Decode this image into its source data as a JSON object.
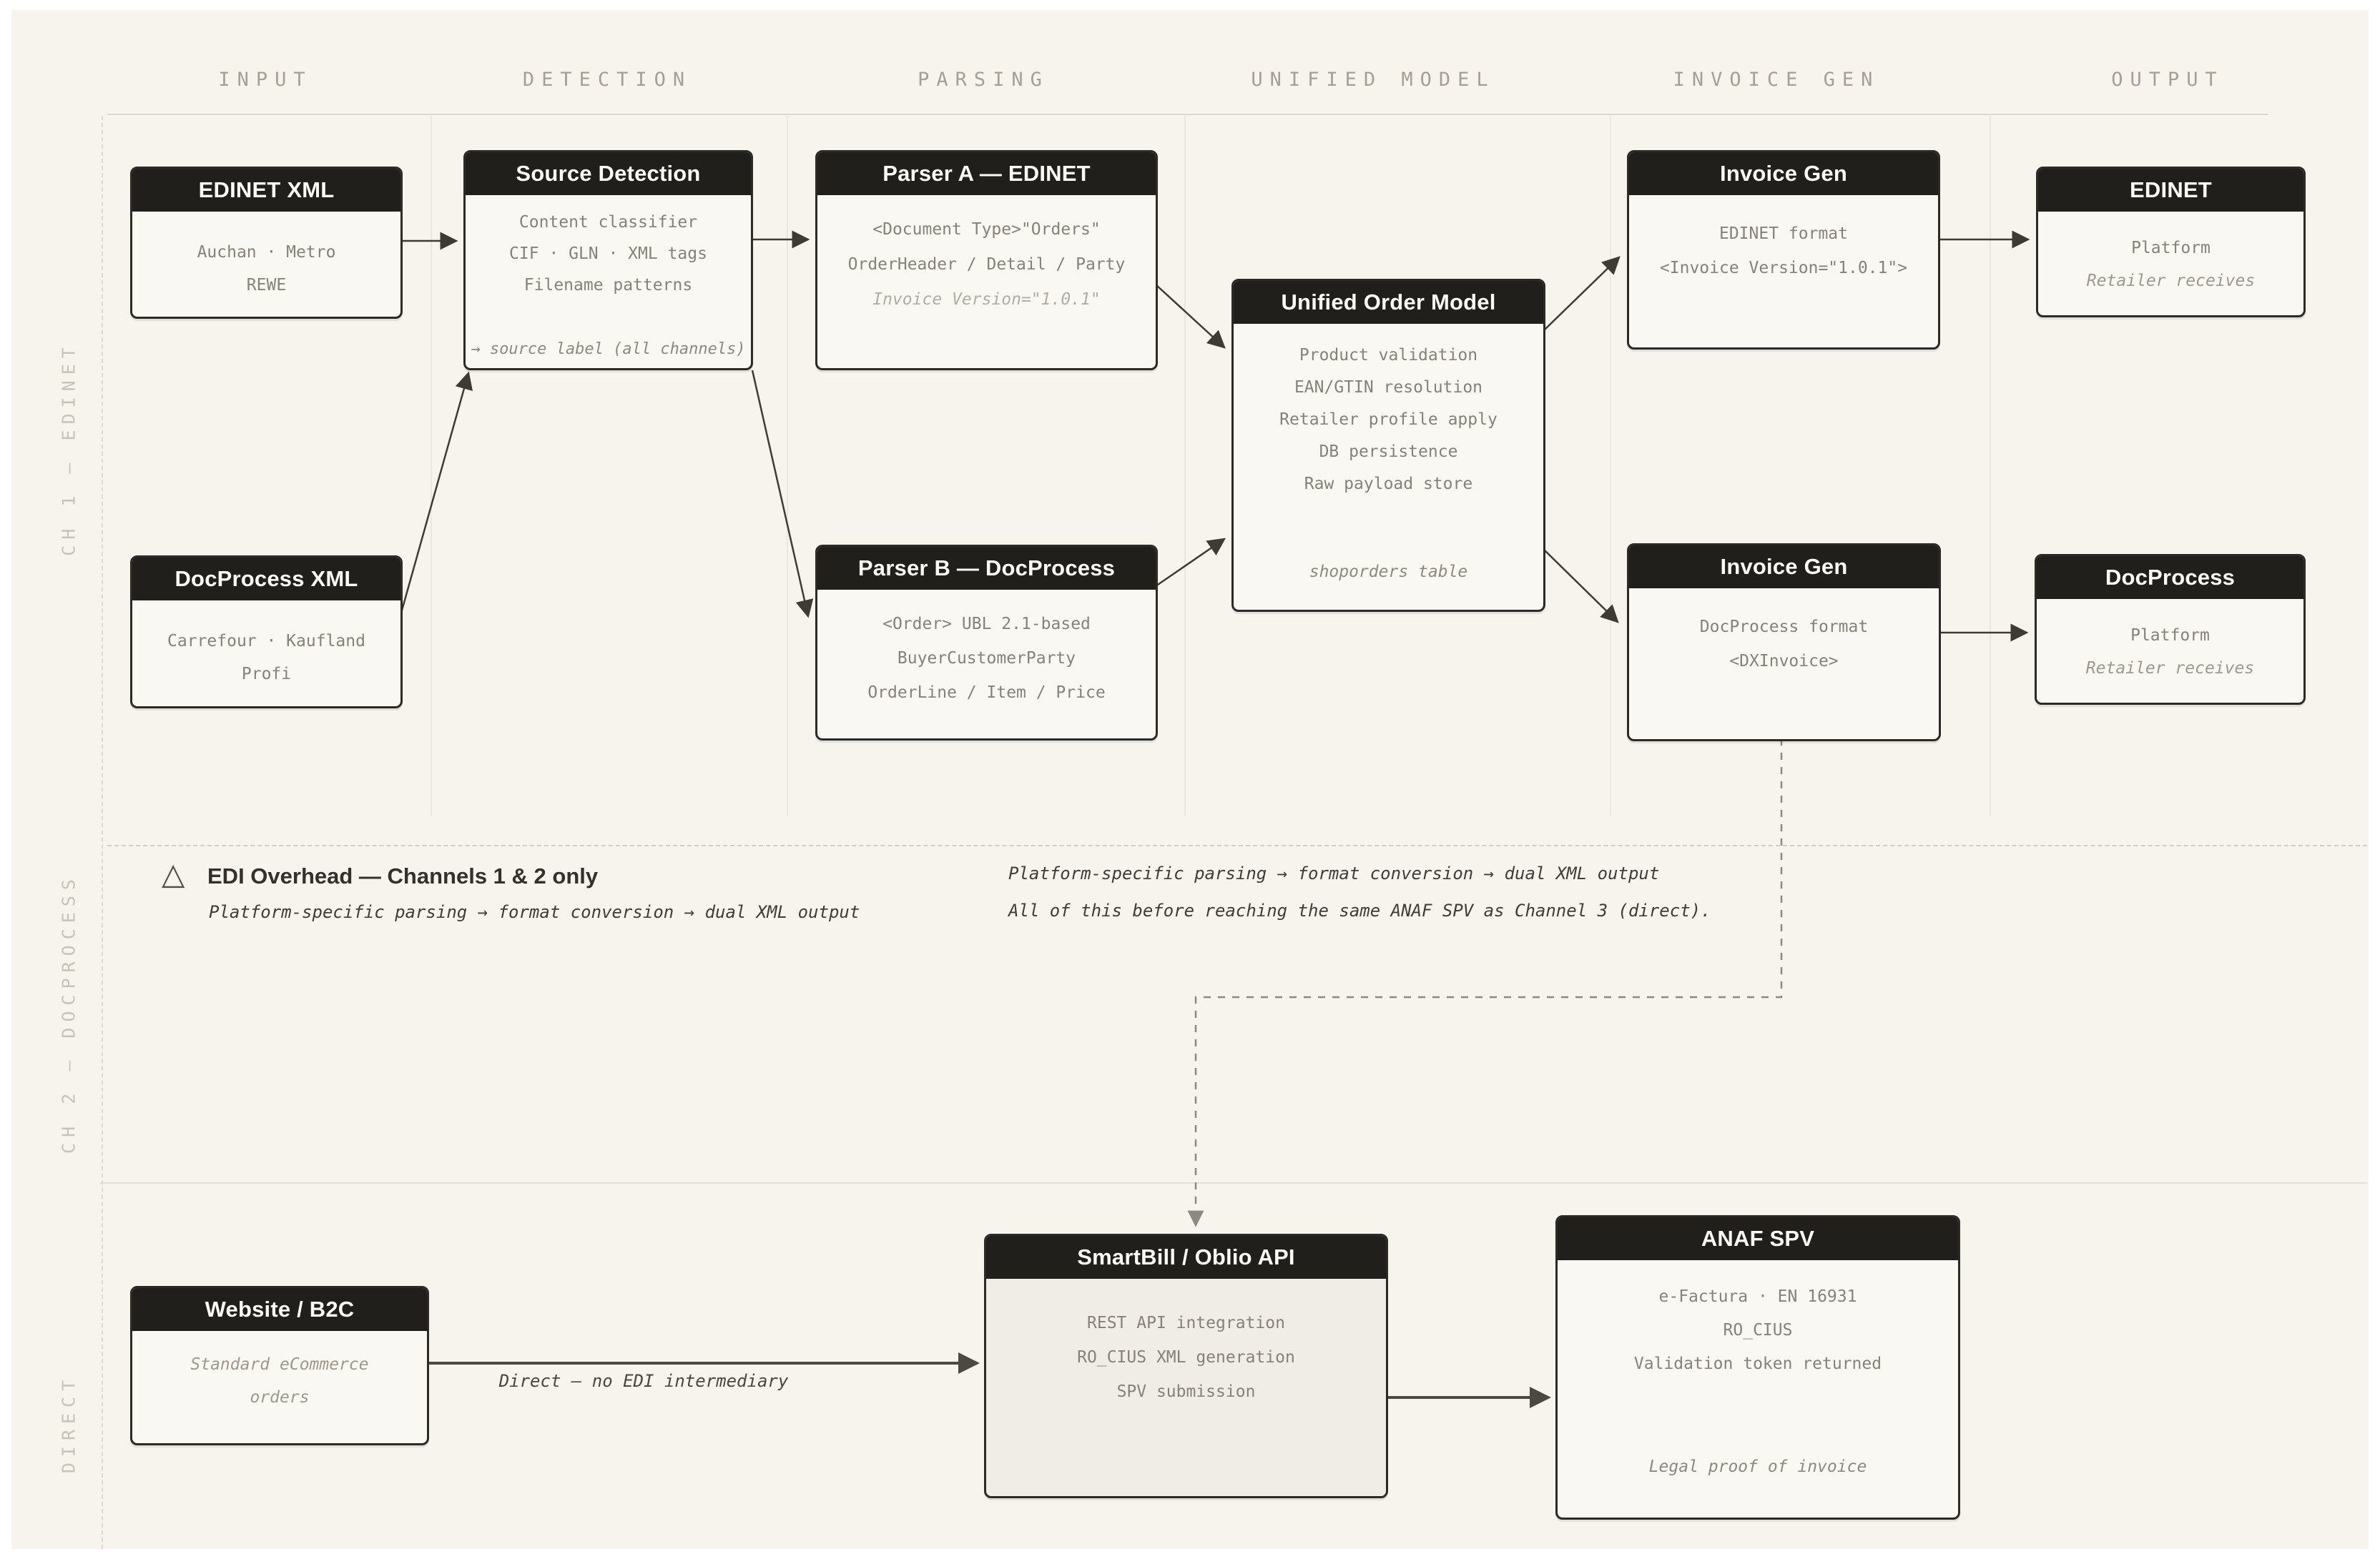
{
  "colors": {
    "canvas_bg": "#f7f4ee",
    "frame_bg": "#ffffff",
    "box_header_bg": "#211f1c",
    "box_body_bg": "#faf8f3",
    "box_body_alt_bg": "#f0ede6",
    "box_border": "#2c2a26",
    "arrow": "#3e3b36",
    "dashed_connector": "#8d8981",
    "muted_text": "#868179",
    "column_header_text": "#a59f96",
    "channel_label_text": "#c8c3b9"
  },
  "columns": [
    "INPUT",
    "DETECTION",
    "PARSING",
    "UNIFIED MODEL",
    "INVOICE GEN",
    "OUTPUT"
  ],
  "channels": {
    "ch1": "CH 1 — EDINET",
    "ch2": "CH 2 — DOCPROCESS",
    "ch3": "DIRECT"
  },
  "boxes": {
    "edinet_xml": {
      "title": "EDINET XML",
      "lines": [
        "Auchan · Metro",
        "REWE"
      ]
    },
    "docprocess_xml": {
      "title": "DocProcess XML",
      "lines": [
        "Carrefour · Kaufland",
        "Profi"
      ]
    },
    "source_detection": {
      "title": "Source Detection",
      "lines": [
        "Content classifier",
        "CIF · GLN · XML tags",
        "Filename patterns"
      ],
      "note": "→ source label (all channels)"
    },
    "parser_a": {
      "title": "Parser A — EDINET",
      "lines": [
        "<Document Type>\"Orders\"",
        "OrderHeader / Detail / Party"
      ],
      "note": "Invoice Version=\"1.0.1\""
    },
    "parser_b": {
      "title": "Parser B — DocProcess",
      "lines": [
        "<Order> UBL 2.1-based",
        "BuyerCustomerParty",
        "OrderLine / Item / Price"
      ]
    },
    "unified_model": {
      "title": "Unified Order Model",
      "lines": [
        "Product validation",
        "EAN/GTIN resolution",
        "Retailer profile apply",
        "DB persistence",
        "Raw payload store"
      ],
      "note": "shoporders table"
    },
    "invoice_gen_edinet": {
      "title": "Invoice Gen",
      "lines": [
        "EDINET format",
        "<Invoice Version=\"1.0.1\">"
      ]
    },
    "invoice_gen_docprocess": {
      "title": "Invoice Gen",
      "lines": [
        "DocProcess format",
        "<DXInvoice>"
      ]
    },
    "edinet_out": {
      "title": "EDINET",
      "lines": [
        "Platform"
      ],
      "note": "Retailer receives"
    },
    "docprocess_out": {
      "title": "DocProcess",
      "lines": [
        "Platform"
      ],
      "note": "Retailer receives"
    },
    "website": {
      "title": "Website / B2C",
      "note_lines": [
        "Standard eCommerce",
        "orders"
      ]
    },
    "smartbill": {
      "title": "SmartBill / Oblio API",
      "lines": [
        "REST API integration",
        "RO_CIUS XML generation",
        "SPV submission"
      ]
    },
    "anaf": {
      "title": "ANAF SPV",
      "lines": [
        "e-Factura · EN 16931",
        "RO_CIUS",
        "Validation token returned"
      ],
      "note": "Legal proof of invoice"
    }
  },
  "callout": {
    "icon": "△",
    "title": "EDI Overhead — Channels 1 & 2 only",
    "subtitle": "Platform-specific parsing → format conversion → dual XML output"
  },
  "mid_note": {
    "line1": "Platform-specific parsing → format conversion → dual XML output",
    "line2": "All of this before reaching the same ANAF SPV as Channel 3 (direct)."
  },
  "edge_labels": {
    "direct": "Direct — no EDI intermediary"
  }
}
